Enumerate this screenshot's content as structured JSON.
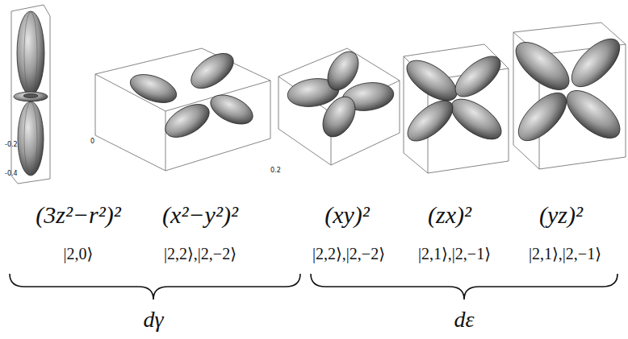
{
  "diagram": {
    "labels": [
      "(3z²−r²)²",
      "(x²−y²)²",
      "(xy)²",
      "(zx)²",
      "(yz)²",
      "|2,0⟩",
      "|2,2⟩,|2,−2⟩",
      "|2,2⟩,|2,−2⟩",
      "|2,1⟩,|2,−1⟩",
      "|2,1⟩,|2,−1⟩",
      "dγ",
      "dε",
      "-0.2",
      "-0.4",
      "0",
      "0.2"
    ]
  }
}
